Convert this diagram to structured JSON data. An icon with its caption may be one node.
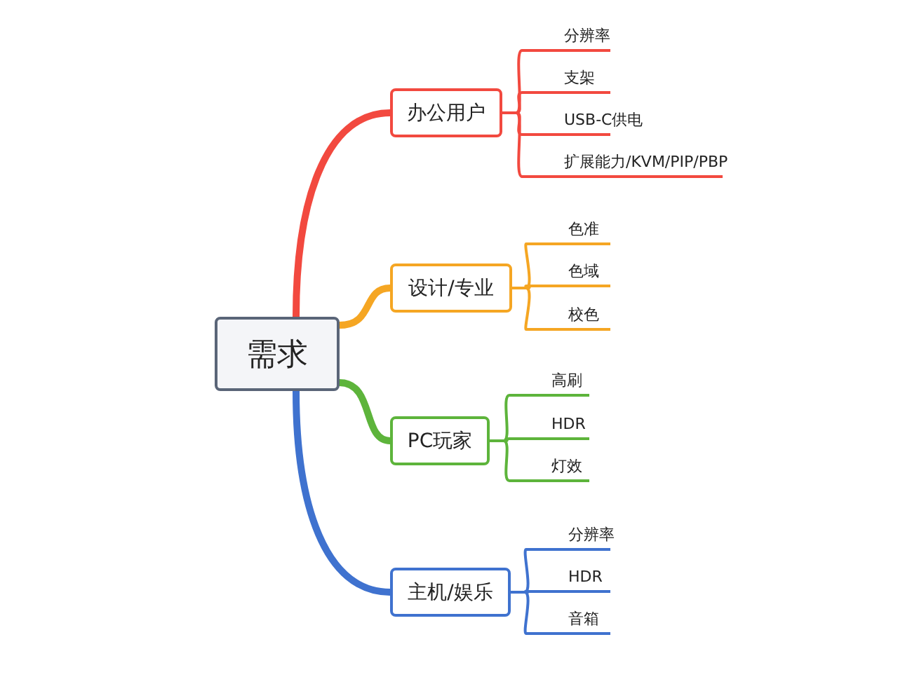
{
  "diagram": {
    "nodes": [
      {
        "text": [
          "需求"
        ]
      },
      {
        "text": [
          "办公用户"
        ]
      },
      {
        "text": [
          "分辨率"
        ]
      },
      {
        "text": [
          "支架"
        ]
      },
      {
        "text": [
          "USB-C供电"
        ]
      },
      {
        "text": [
          "扩展能力/KVM/PIP/PBP"
        ]
      },
      {
        "text": [
          "设计/专业"
        ]
      },
      {
        "text": [
          "色准"
        ]
      },
      {
        "text": [
          "色域"
        ]
      },
      {
        "text": [
          "校色"
        ]
      },
      {
        "text": [
          "PC玩家"
        ]
      },
      {
        "text": [
          "高刷"
        ]
      },
      {
        "text": [
          "HDR"
        ]
      },
      {
        "text": [
          "灯效"
        ]
      },
      {
        "text": [
          "主机/娱乐"
        ]
      },
      {
        "text": [
          "分辨率"
        ]
      },
      {
        "text": [
          "HDR"
        ]
      },
      {
        "text": [
          "音箱"
        ]
      }
    ],
    "edges": [
      {
        "from": 0,
        "to": 1,
        "arrow": "none",
        "style": "thick"
      },
      {
        "from": 1,
        "to": 2,
        "arrow": "none"
      },
      {
        "from": 1,
        "to": 3,
        "arrow": "none"
      },
      {
        "from": 1,
        "to": 4,
        "arrow": "none"
      },
      {
        "from": 1,
        "to": 5,
        "arrow": "none"
      },
      {
        "from": 0,
        "to": 6,
        "arrow": "none",
        "style": "thick",
        "color": "#f5a623"
      },
      {
        "from": 6,
        "to": 7,
        "arrow": "none",
        "color": "#f5a623"
      },
      {
        "from": 6,
        "to": 8,
        "arrow": "none",
        "color": "#f5a623"
      },
      {
        "from": 6,
        "to": 9,
        "arrow": "none",
        "color": "#f5a623"
      },
      {
        "from": 0,
        "to": 10,
        "arrow": "none",
        "style": "thick",
        "color": "#5db43b"
      },
      {
        "from": 10,
        "to": 11,
        "arrow": "none",
        "color": "#5db43b"
      },
      {
        "from": 10,
        "to": 12,
        "arrow": "none",
        "color": "#5db43b"
      },
      {
        "from": 10,
        "to": 13,
        "arrow": "none",
        "color": "#5db43b"
      },
      {
        "from": 0,
        "to": 14,
        "arrow": "none",
        "style": "thick",
        "color": "#3f72cf"
      },
      {
        "from": 14,
        "to": 15,
        "arrow": "none",
        "color": "#3f72cf"
      },
      {
        "from": 14,
        "to": 16,
        "arrow": "none",
        "color": "#3f72cf"
      },
      {
        "from": 14,
        "to": 17,
        "arrow": "none",
        "color": "#3f72cf"
      }
    ]
  }
}
